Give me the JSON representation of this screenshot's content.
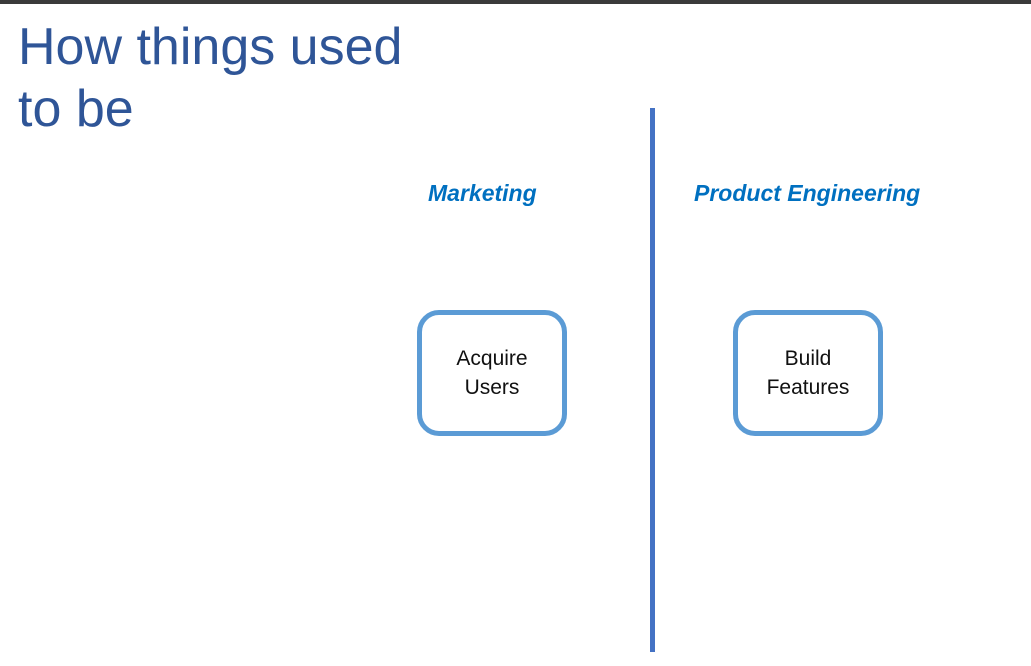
{
  "slide": {
    "title_line1": "How things used",
    "title_line2": "to be"
  },
  "columns": [
    {
      "heading": "Marketing",
      "box": {
        "line1": "Acquire",
        "line2": "Users"
      }
    },
    {
      "heading": "Product Engineering",
      "box": {
        "line1": "Build",
        "line2": "Features"
      }
    }
  ],
  "colors": {
    "title": "#2f5597",
    "heading": "#0070c0",
    "divider": "#4472c4",
    "box_border": "#5b9bd5"
  }
}
